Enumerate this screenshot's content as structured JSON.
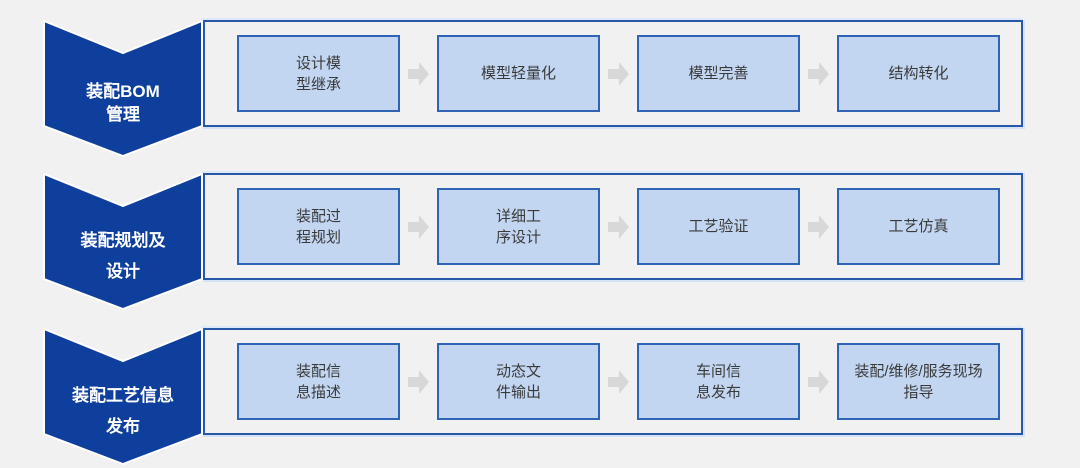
{
  "background": "#F1F1F2",
  "colors": {
    "chevron_fill": "#0E3F9C",
    "label_text": "#FFFFFF",
    "box_fill": "#C2D6F2",
    "box_border": "#2E63B5",
    "box_text": "#3A3A3A",
    "container_border": "#2A58A9",
    "arrow": "#D8D8D8",
    "background": "#F1F1F2"
  },
  "rows": [
    {
      "label": "装配BOM\n管理",
      "boxes": [
        {
          "label": "设计模\n型继承"
        },
        {
          "label": "模型轻量化"
        },
        {
          "label": "模型完善"
        },
        {
          "label": "结构转化"
        }
      ]
    },
    {
      "label": "装配规划及\n设计",
      "boxes": [
        {
          "label": "装配过\n程规划"
        },
        {
          "label": "详细工\n序设计"
        },
        {
          "label": "工艺验证"
        },
        {
          "label": "工艺仿真"
        }
      ]
    },
    {
      "label": "装配工艺信息\n发布",
      "boxes": [
        {
          "label": "装配信\n息描述"
        },
        {
          "label": "动态文\n件输出"
        },
        {
          "label": "车间信\n息发布"
        },
        {
          "label": "装配/维修/服务现场\n指导"
        }
      ]
    }
  ]
}
